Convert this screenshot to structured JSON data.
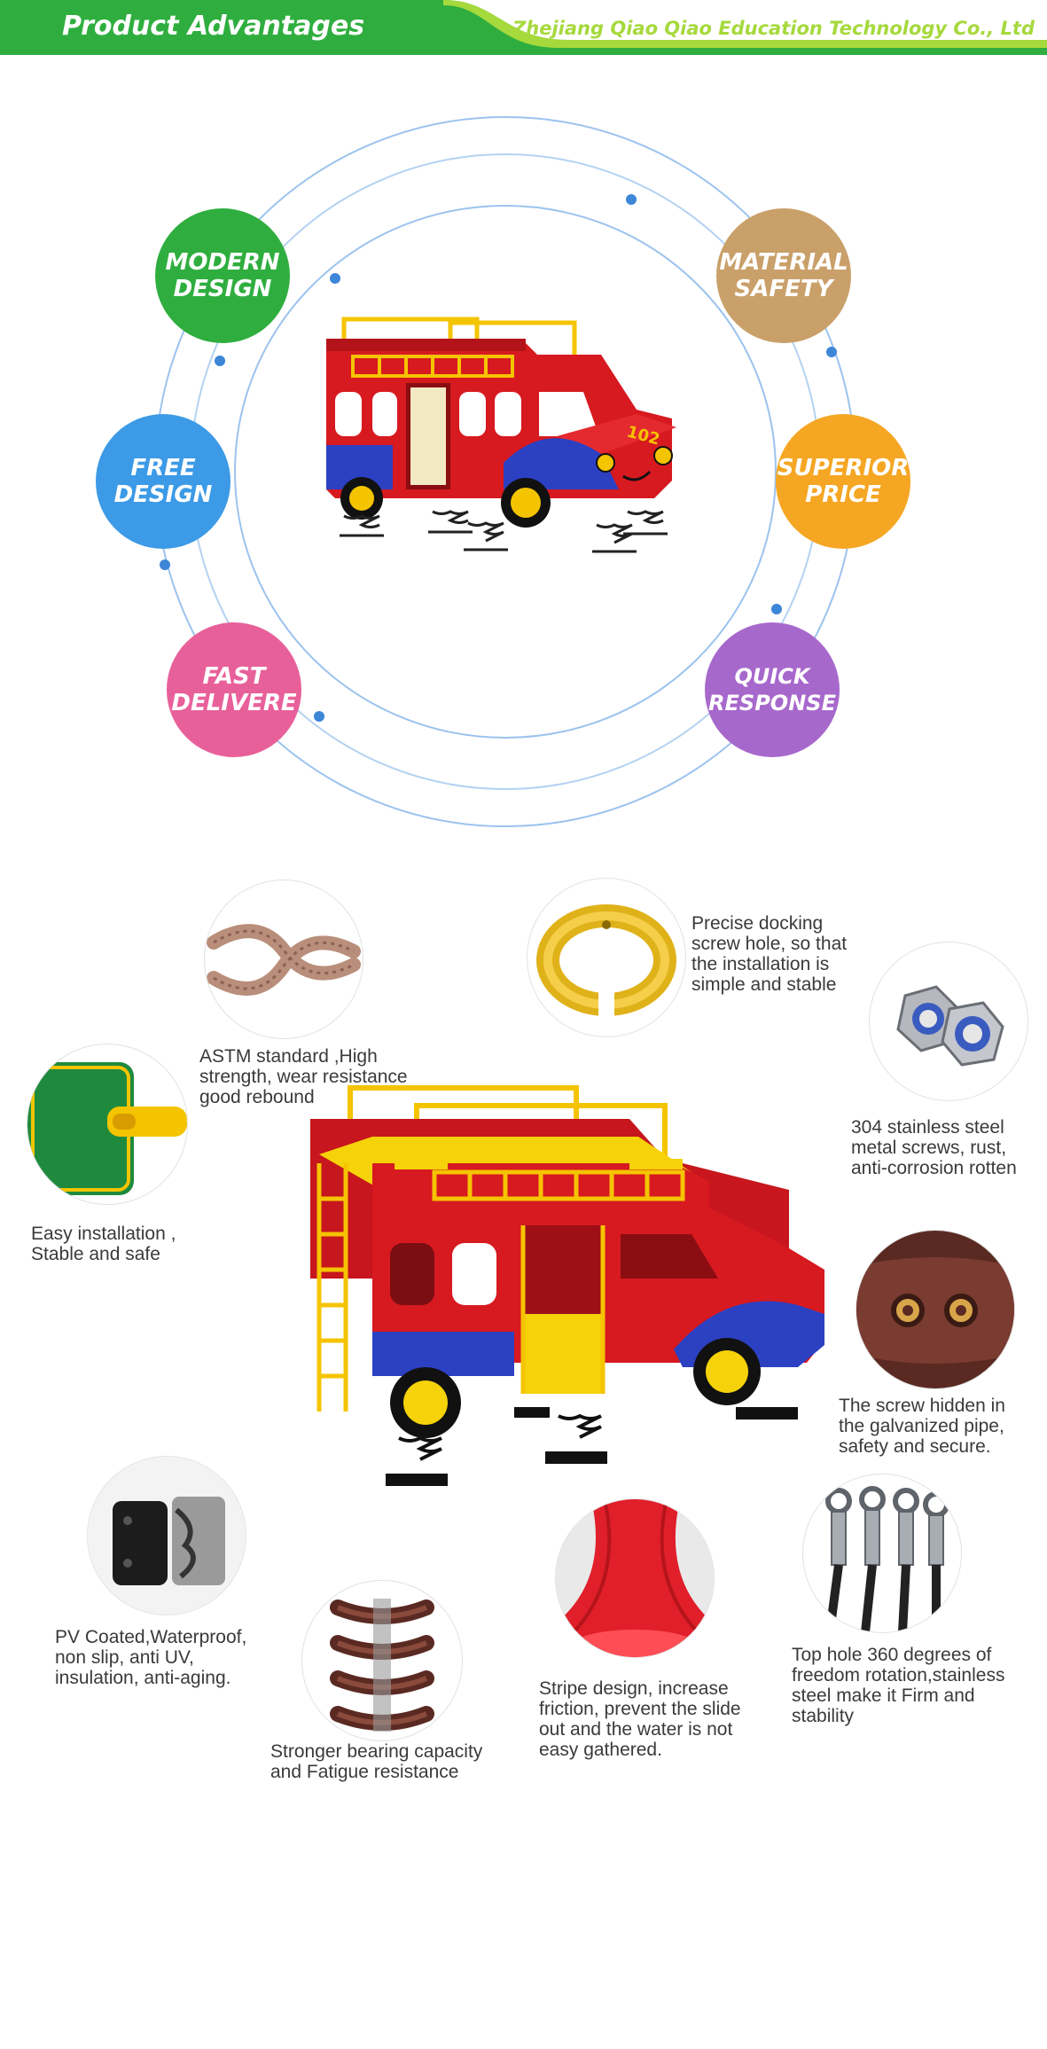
{
  "header": {
    "title": "Product Advantages",
    "company": "Zhejiang Qiao Qiao Education Technology Co., Ltd",
    "colors": {
      "green": "#2fae3f",
      "lime": "#a6d93c"
    }
  },
  "advantages": [
    {
      "id": "modern",
      "label": "MODERN DESIGN",
      "color": "#2fae3f"
    },
    {
      "id": "material",
      "label": "MATERIAL SAFETY",
      "color": "#c9a06a"
    },
    {
      "id": "free",
      "label": "FREE DESIGN",
      "color": "#3c9ae6"
    },
    {
      "id": "price",
      "label": "SUPERIOR PRICE",
      "color": "#f5a623"
    },
    {
      "id": "fast",
      "label": "FAST DELIVERE",
      "color": "#e8609a"
    },
    {
      "id": "quick",
      "label": "QUICK RESPONSE",
      "color": "#a768cc"
    }
  ],
  "truck_small": {
    "number": "102"
  },
  "features": [
    {
      "id": "rope",
      "icon": "rope-knot-icon",
      "text": "ASTM standard ,High\nstrength, wear resistance\ngood rebound"
    },
    {
      "id": "clamp",
      "icon": "pipe-clamp-icon",
      "text": "Precise docking\nscrew hole, so that\nthe installation is\nsimple and stable"
    },
    {
      "id": "nuts",
      "icon": "lock-nut-icon",
      "text": "304 stainless steel\nmetal screws, rust,\nanti-corrosion rotten"
    },
    {
      "id": "panel",
      "icon": "panel-connector-icon",
      "text": "Easy installation ,\nStable and safe"
    },
    {
      "id": "screw",
      "icon": "hidden-screw-icon",
      "text": "The screw hidden in\nthe galvanized pipe,\nsafety and secure."
    },
    {
      "id": "pv",
      "icon": "pv-coating-icon",
      "text": "PV Coated,Waterproof,\nnon slip, anti UV,\ninsulation, anti-aging."
    },
    {
      "id": "spring",
      "icon": "spring-icon",
      "text": "Stronger bearing capacity\nand Fatigue resistance"
    },
    {
      "id": "slide",
      "icon": "slide-surface-icon",
      "text": "Stripe design, increase\nfriction, prevent the slide\nout and the water is not\neasy gathered."
    },
    {
      "id": "eye",
      "icon": "eye-bolt-icon",
      "text": "Top hole 360 degrees of\nfreedom rotation,stainless\nsteel make it Firm and\nstability"
    }
  ]
}
